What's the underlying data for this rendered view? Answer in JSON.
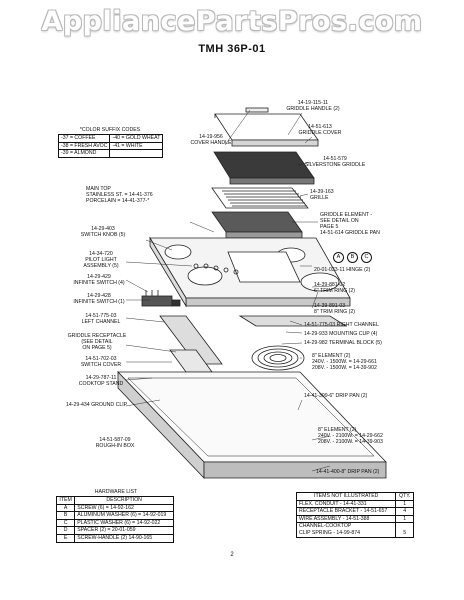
{
  "watermark": "AppliancePartsPros.com",
  "model": "TMH 36P-01",
  "color_codes": {
    "title": "*COLOR SUFFIX CODES",
    "rows": [
      [
        "-37 = COFFEE",
        "-40 = GOLD WHEAT"
      ],
      [
        "-38 = FRESH AVOC",
        "-41 = WHITE"
      ],
      [
        "-39 = ALMOND",
        ""
      ]
    ]
  },
  "labels": {
    "cover_handle": [
      "14-19-956",
      "COVER HANDLE"
    ],
    "griddle_handle": [
      "14-19-115-11",
      "GRIDDLE HANDLE (2)"
    ],
    "griddle_cover": [
      "14-51-613",
      "GRIDDLE COVER"
    ],
    "silverstone_griddle": [
      "14-51-579",
      "SILVERSTONE GRIDDLE"
    ],
    "grille": [
      "14-39-163",
      "GRILLE"
    ],
    "griddle_element": [
      "GRIDDLE ELEMENT -",
      "SEE DETAIL ON",
      "PAGE 5",
      "14-51-614 GRIDDLE PAN"
    ],
    "main_top": [
      "MAIN TOP",
      "STAINLESS ST. = 14-41-376",
      "PORCELAIN = 14-41-377-*"
    ],
    "switch_knob": [
      "14-29-403",
      "SWITCH KNOB (5)"
    ],
    "pilot_light": [
      "14-34-720",
      "PILOT LIGHT",
      "ASSEMBLY (5)"
    ],
    "infinite_switch_4": [
      "14-29-429",
      "INFINITE SWITCH (4)"
    ],
    "infinite_switch_1": [
      "14-29-428",
      "INFINITE SWITCH (1)"
    ],
    "left_channel": [
      "14-51-775-03",
      "LEFT CHANNEL"
    ],
    "griddle_receptacle": [
      "GRIDDLE RECEPTACLE",
      "(SEE DETAIL",
      "ON PAGE 5)"
    ],
    "switch_cover": [
      "14-51-702-03",
      "SWITCH COVER"
    ],
    "cooktop_stand": [
      "14-29-787-11",
      "COOKTOP STAND"
    ],
    "ground_clip": [
      "14-29-434 GROUND CLIP"
    ],
    "rough_in_box": [
      "14-51-587-09",
      "ROUGH-IN BOX"
    ],
    "hinge": [
      "20-01-033-11 HINGE (2)"
    ],
    "trim_ring_6_top": [
      "14-39-881-02",
      "6\" TRIM RING (2)"
    ],
    "trim_ring_8": [
      "14-39-891-03",
      "8\" TRIM RING (2)"
    ],
    "right_channel": [
      "14-51-775-03 RIGHT CHANNEL"
    ],
    "mounting_cup": [
      "14-29-933 MOUNTING CUP (4)"
    ],
    "terminal_block": [
      "14-29-982 TERMINAL BLOCK (5)"
    ],
    "element_8": [
      "8\" ELEMENT (2)",
      "240V. - 1500W. = 14-29-661",
      "208V. - 1500W. = 14-39-902"
    ],
    "drip_pan_6": [
      "14-41-399-6\" DRIP PAN (2)"
    ],
    "element_8b": [
      "8\" ELEMENT (2)",
      "240V. - 2100W. = 14-29-662",
      "208V. - 2100W. = 14-39-903"
    ],
    "drip_pan_8": [
      "14-41-400-8\" DRIP PAN (2)"
    ]
  },
  "letters": [
    "A",
    "B",
    "C"
  ],
  "hardware": {
    "title": "HARDWARE LIST",
    "headers": [
      "ITEM",
      "DESCRIPTION"
    ],
    "rows": [
      [
        "A",
        "SCREW (6) = 14-92-162"
      ],
      [
        "B",
        "ALUMINUM WASHER (6) = 14-92-019"
      ],
      [
        "C",
        "PLASTIC WASHER (6) = 14-92-022"
      ],
      [
        "D",
        "SPACER (2) = 20-01-059"
      ],
      [
        "E",
        "SCREW-HANDLE (2) 14-90-165"
      ]
    ]
  },
  "not_illustrated": {
    "headers": [
      "ITEMS NOT ILLUSTRATED",
      "QTY."
    ],
    "rows": [
      [
        "FLEX. CONDUIT - 14-41-331",
        "1"
      ],
      [
        "RECEPTACLE BRACKET - 14-51-657",
        "4"
      ],
      [
        "WIRE ASSEMBLY - 14-51-388",
        "1"
      ],
      [
        "CHANNEL-COOKTOP",
        ""
      ],
      [
        "CLIP SPRING - 14-99-874",
        "5"
      ]
    ]
  },
  "page_number": "2"
}
